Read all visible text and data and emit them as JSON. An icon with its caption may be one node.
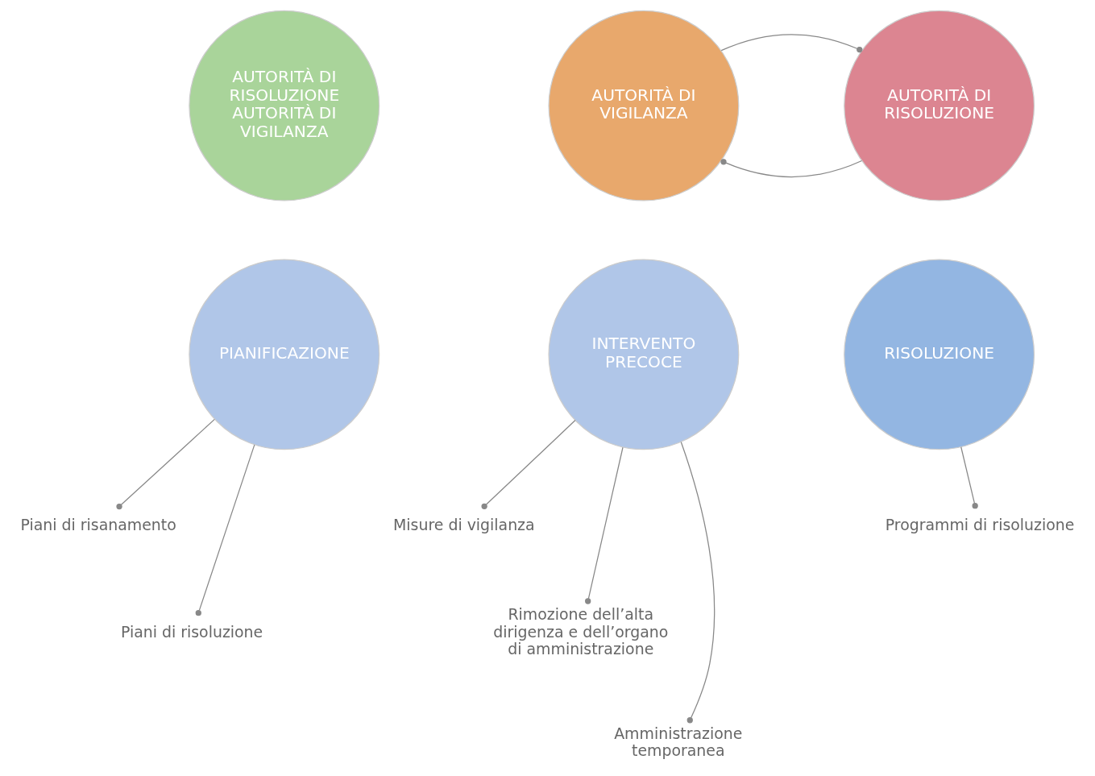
{
  "diagram": {
    "nodes": [
      {
        "text": [
          "AUTORITÀ DI RISOLUZIONE",
          "AUTORITÀ DI VIGILANZA"
        ]
      },
      {
        "text": [
          "AUTORITÀ DI VIGILANZA"
        ]
      },
      {
        "text": [
          "AUTORITÀ DI RISOLUZIONE"
        ]
      },
      {
        "text": [
          "PIANIFICAZIONE"
        ]
      },
      {
        "text": [
          "INTERVENTO PRECOCE"
        ]
      },
      {
        "text": [
          "RISOLUZIONE"
        ]
      },
      {
        "text": [
          "Piani di risanamento"
        ]
      },
      {
        "text": [
          "Piani di risoluzione"
        ]
      },
      {
        "text": [
          "Misure di vigilanza"
        ]
      },
      {
        "text": [
          "Rimozione dell’alta dirigenza e dell’organo di amministrazione"
        ]
      },
      {
        "text": [
          "Amministrazione temporanea"
        ]
      },
      {
        "text": [
          "Programmi di risoluzione"
        ]
      }
    ],
    "edges": [
      {
        "from": 2,
        "to": 1,
        "arrow": "other"
      },
      {
        "from": 1,
        "to": 2,
        "arrow": "other"
      },
      {
        "from": 3,
        "to": 6,
        "arrow": "other"
      },
      {
        "from": 3,
        "to": 7,
        "arrow": "other"
      },
      {
        "from": 4,
        "to": 8,
        "arrow": "other"
      },
      {
        "from": 4,
        "to": 9,
        "arrow": "other"
      },
      {
        "from": 4,
        "to": 10,
        "arrow": "other"
      },
      {
        "from": 5,
        "to": 11,
        "arrow": "other"
      }
    ]
  }
}
